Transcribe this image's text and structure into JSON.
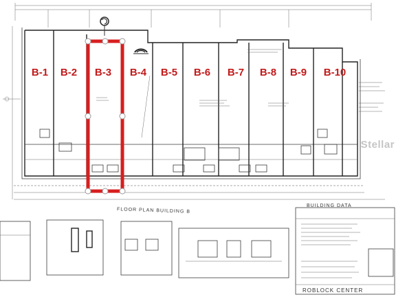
{
  "units": [
    {
      "id": "b1",
      "label": "B-1"
    },
    {
      "id": "b2",
      "label": "B-2"
    },
    {
      "id": "b3",
      "label": "B-3"
    },
    {
      "id": "b4",
      "label": "B-4"
    },
    {
      "id": "b5",
      "label": "B-5"
    },
    {
      "id": "b6",
      "label": "B-6"
    },
    {
      "id": "b7",
      "label": "B-7"
    },
    {
      "id": "b8",
      "label": "B-8"
    },
    {
      "id": "b9",
      "label": "B-9"
    },
    {
      "id": "b10",
      "label": "B-10"
    }
  ],
  "selected_unit": "B-3",
  "highlight_color": "#d81e1e",
  "label_color": "#c21a1a",
  "floor_plan_title": "FLOOR PLAN BUILDING B",
  "building_data_title": "BUILDING DATA",
  "project_name": "ROBLOCK CENTER",
  "watermark": "Stellar",
  "icons": [
    "rotate-icon",
    "arch-symbol-icon"
  ]
}
